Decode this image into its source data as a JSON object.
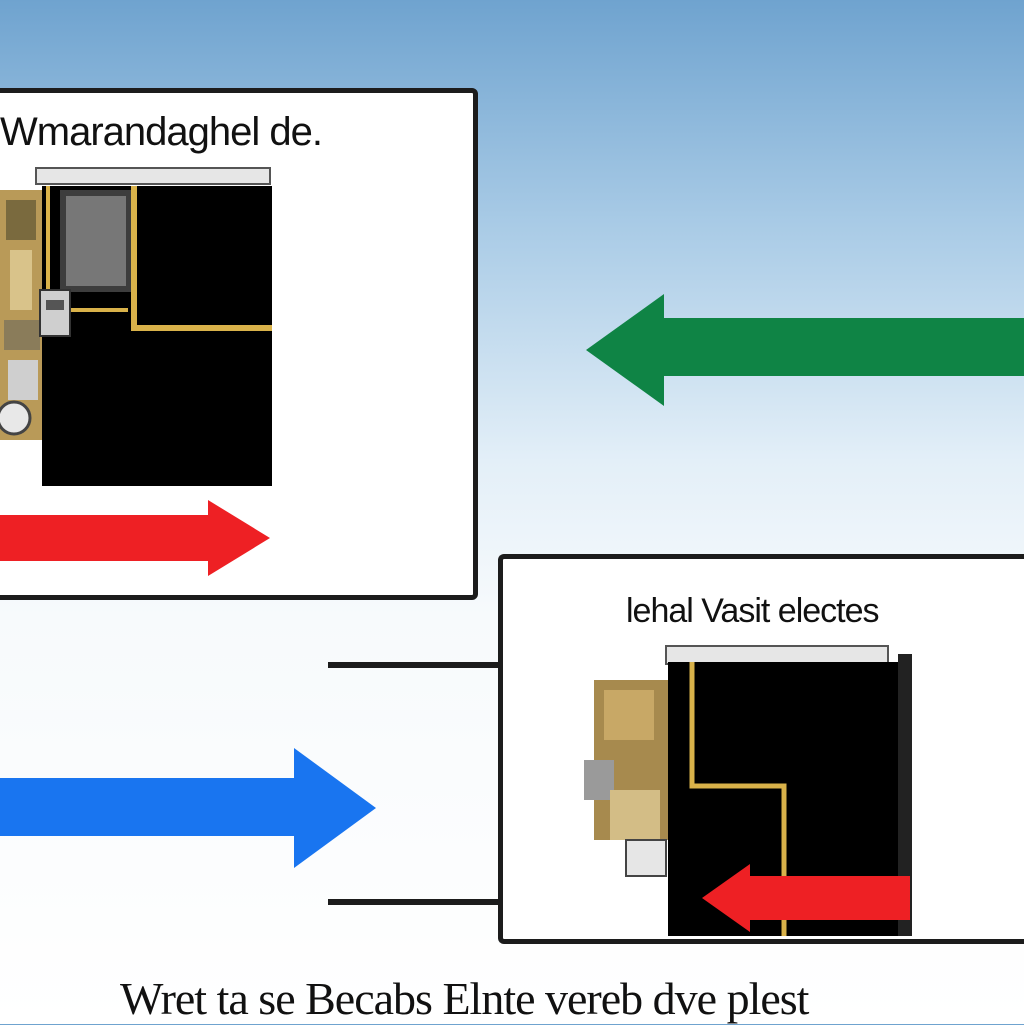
{
  "panels": {
    "top": {
      "title": "Wmarandaghel de."
    },
    "bottom": {
      "title": "lehal Vasit electes"
    }
  },
  "footer": {
    "text": "Wret ta se Becabs Elnte vereb dve plest"
  },
  "colors": {
    "background_top": "#6fa3cf",
    "panel_border": "#1c1c1c",
    "arrow_green": "#0f8445",
    "arrow_red": "#ee2024",
    "arrow_blue": "#1975f0",
    "machine_black": "#000000",
    "machine_trim": "#d9b24a"
  },
  "icons": [
    "arrow-left-icon",
    "arrow-right-icon",
    "machine-icon"
  ]
}
